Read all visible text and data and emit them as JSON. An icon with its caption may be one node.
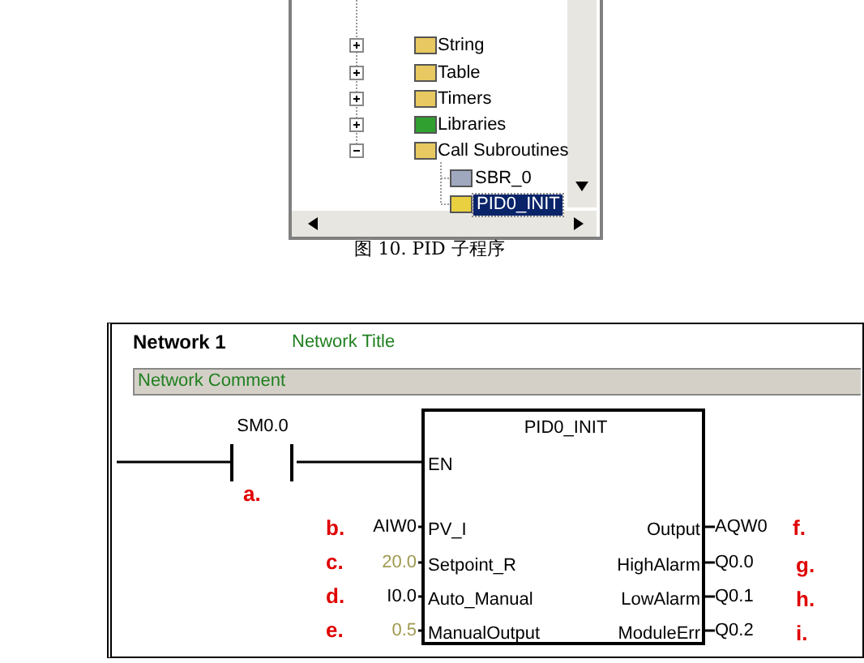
{
  "diagram": {
    "caption": "图 10. PID 子程序",
    "nodes": [
      {
        "text": [
          "SM0.0"
        ]
      },
      {
        "text": [
          "PID0_INIT",
          "EN",
          "PV_I",
          "Setpoint_R",
          "Auto_Manual",
          "ManualOutput",
          "Output",
          "HighAlarm",
          "LowAlarm",
          "ModuleErr"
        ]
      }
    ],
    "edges": [
      {
        "from": 0,
        "to": 1,
        "arrow": "none"
      }
    ],
    "labels": [
      "String",
      "Table",
      "Timers",
      "Libraries",
      "Call Subroutines",
      "SBR_0",
      "PID0_INIT",
      "Network 1",
      "Network Title",
      "Network Comment",
      "a.",
      "b.",
      "AIW0",
      "AQW0",
      "f.",
      "c.",
      "20.0",
      "Q0.0",
      "g.",
      "d.",
      "I0.0",
      "Q0.1",
      "h.",
      "e.",
      "0.5",
      "Q0.2",
      "i."
    ]
  }
}
